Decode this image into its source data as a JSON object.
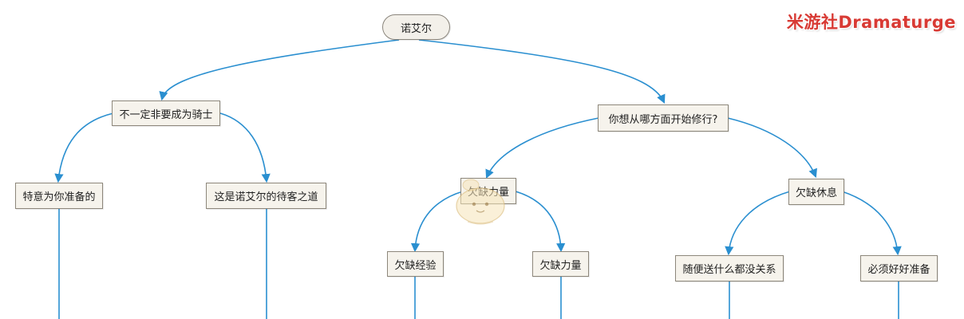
{
  "watermark": "米游社Dramaturge",
  "colors": {
    "edge": "#2a8fd0",
    "node_border": "#8d877b",
    "node_fill": "#f6f3ec",
    "watermark": "#d83a34"
  },
  "nodes": {
    "root": "诺艾尔",
    "l1_left": "不一定非要成为骑士",
    "l1_right": "你想从哪方面开始修行?",
    "l2_a": "特意为你准备的",
    "l2_b": "这是诺艾尔的待客之道",
    "l2_c": "欠缺力量",
    "l2_d": "欠缺休息",
    "l3_a": "欠缺经验",
    "l3_b": "欠缺力量",
    "l3_c": "随便送什么都没关系",
    "l3_d": "必须好好准备"
  }
}
